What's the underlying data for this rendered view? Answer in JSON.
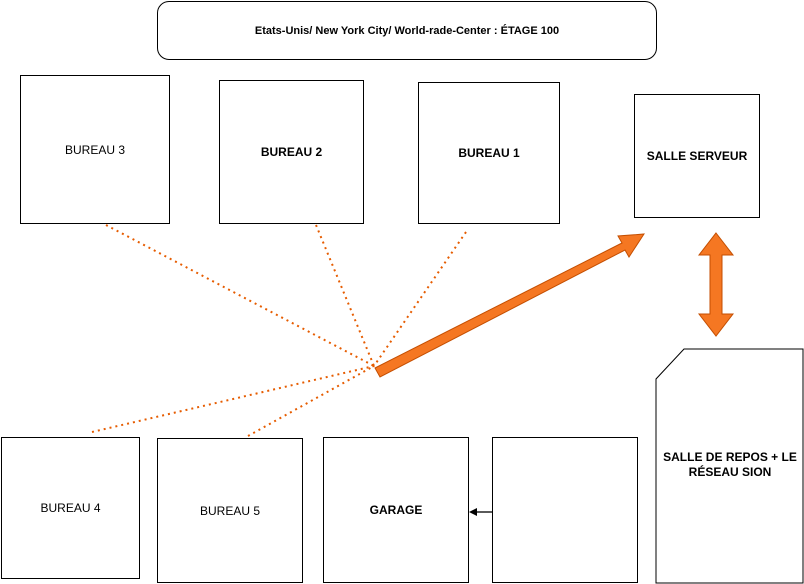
{
  "header": {
    "location": "Etats-Unis/ New York City/ World-rade-Center : ÉTAGE 100"
  },
  "rooms": {
    "bureau3": "BUREAU 3",
    "bureau2": "BUREAU 2",
    "bureau1": "BUREAU 1",
    "salle_serveur": "SALLE SERVEUR",
    "bureau4": "BUREAU 4",
    "bureau5": "BUREAU 5",
    "garage": "GARAGE",
    "salle_repos": "SALLE DE REPOS +  LE RÉSEAU SION"
  },
  "colors": {
    "link": "#e65c00",
    "arrow": "#f57722",
    "arrow_stroke": "#c44e00",
    "border": "#000000"
  }
}
